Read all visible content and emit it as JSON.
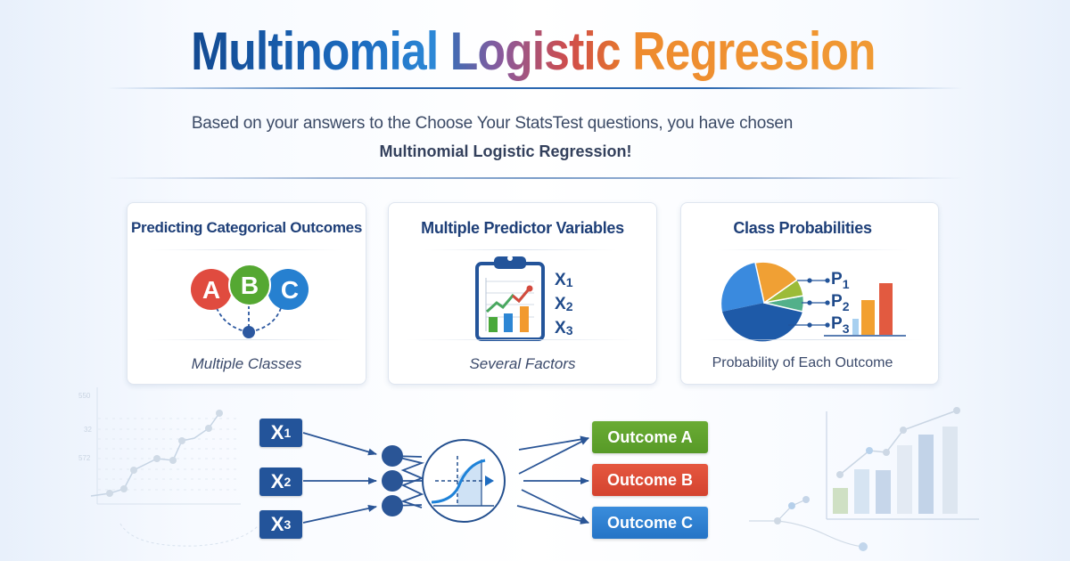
{
  "header": {
    "title_words": [
      "Multinomial",
      "Logistic",
      "Regression"
    ]
  },
  "intro": {
    "text": "Based on your answers to the Choose Your StatsTest questions, you have chosen",
    "chosen": "Multinomial Logistic Regression!"
  },
  "cards": [
    {
      "title": "Predicting Categorical Outcomes",
      "caption": "Multiple Classes",
      "icon": "abc-classes-icon",
      "labels": [
        "A",
        "B",
        "C"
      ],
      "colors": [
        "#e04b3f",
        "#55a832",
        "#2680d0"
      ]
    },
    {
      "title": "Multiple Predictor Variables",
      "caption": "Several Factors",
      "icon": "clipboard-chart-icon",
      "labels": [
        "X",
        "X",
        "X"
      ],
      "subscripts": [
        "1",
        "2",
        "3"
      ]
    },
    {
      "title": "Class Probabilities",
      "caption": "Probability of Each Outcome",
      "icon": "pie-chart-icon",
      "labels": [
        "P",
        "P",
        "P"
      ],
      "subscripts": [
        "1",
        "2",
        "3"
      ]
    }
  ],
  "flow": {
    "inputs": [
      {
        "label": "X",
        "sub": "1"
      },
      {
        "label": "X",
        "sub": "2"
      },
      {
        "label": "X",
        "sub": "3"
      }
    ],
    "model_icon": "sigmoid-curve-icon",
    "outputs": [
      {
        "label": "Outcome A",
        "color": "#5e9f2c"
      },
      {
        "label": "Outcome B",
        "color": "#dc4b38"
      },
      {
        "label": "Outcome C",
        "color": "#2b7fcf"
      }
    ]
  },
  "colors": {
    "primary": "#1f4a8a",
    "title_blue": "#134a92",
    "title_orange": "#f09a34",
    "accent_red": "#d04c4a"
  }
}
